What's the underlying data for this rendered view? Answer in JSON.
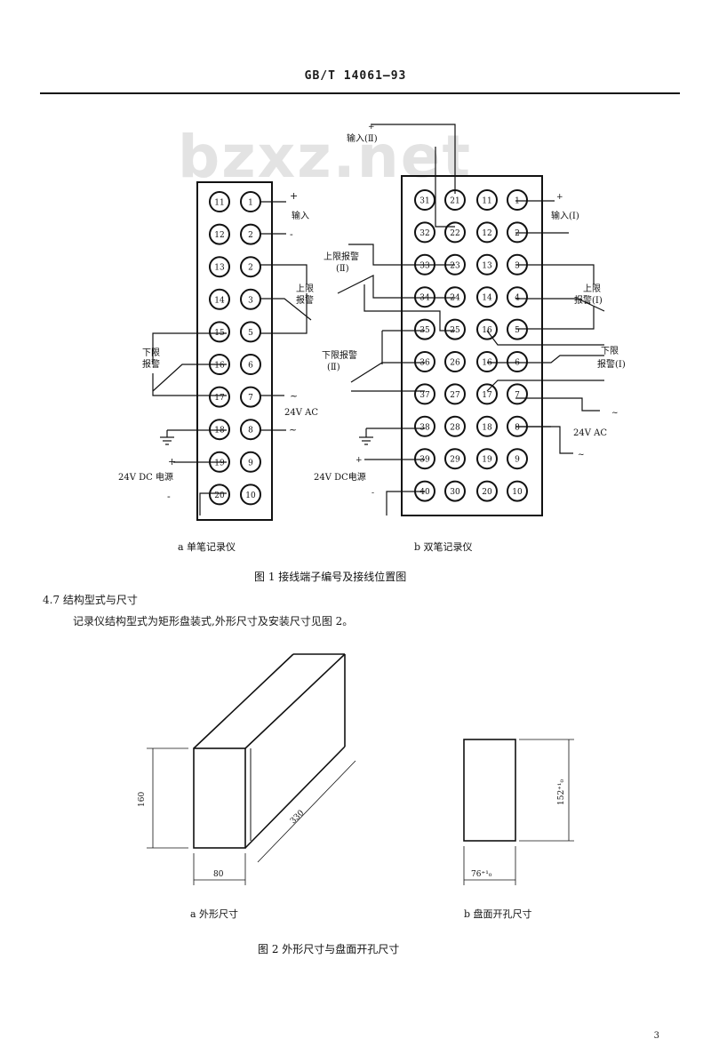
{
  "header": {
    "standard_no": "GB/T 14061—93"
  },
  "watermark": "bzxz.net",
  "figure1": {
    "left": {
      "col_a": [
        "11",
        "12",
        "13",
        "14",
        "15",
        "16",
        "17",
        "18",
        "19",
        "20"
      ],
      "col_b": [
        "1",
        "2",
        "2",
        "3",
        "5",
        "6",
        "7",
        "8",
        "9",
        "10"
      ],
      "label_input": "输入",
      "label_upper_alarm": [
        "上限",
        "报警"
      ],
      "label_lower_alarm": [
        "下限",
        "报警"
      ],
      "label_ac": "24V AC",
      "label_dc": "24V DC 电源",
      "caption": "a  单笔记录仪"
    },
    "right": {
      "col1": [
        "31",
        "32",
        "33",
        "34",
        "35",
        "36",
        "37",
        "38",
        "39",
        "40"
      ],
      "col2": [
        "21",
        "22",
        "23",
        "24",
        "25",
        "26",
        "27",
        "28",
        "29",
        "30"
      ],
      "col3": [
        "11",
        "12",
        "13",
        "14",
        "16",
        "16",
        "17",
        "18",
        "19",
        "20"
      ],
      "col4": [
        "1",
        "2",
        "3",
        "4",
        "5",
        "6",
        "7",
        "8",
        "9",
        "10"
      ],
      "label_input_top": "输入(Ⅱ)",
      "label_input_right": "输入(Ⅰ)",
      "label_upper_alarm_2": [
        "上限报警",
        "(Ⅱ)"
      ],
      "label_lower_alarm_2": [
        "下限报警",
        "(Ⅱ)"
      ],
      "label_upper_alarm_1": [
        "上限",
        "报警(Ⅰ)"
      ],
      "label_lower_alarm_1": [
        "下限",
        "报警(Ⅰ)"
      ],
      "label_ac": "24V AC",
      "label_dc": "24V DC电源",
      "caption": "b  双笔记录仪"
    },
    "caption": "图 1   接线端子编号及接线位置图"
  },
  "section": {
    "heading": "4.7  结构型式与尺寸",
    "text": "记录仪结构型式为矩形盘装式,外形尺寸及安装尺寸见图 2。"
  },
  "figure2": {
    "dim_height": "160",
    "dim_depth": "330",
    "dim_width": "80",
    "cutout_height": "152⁺¹₀",
    "cutout_width": "76⁺¹₀",
    "caption_a": "a  外形尺寸",
    "caption_b": "b  盘面开孔尺寸",
    "caption": "图 2   外形尺寸与盘面开孔尺寸"
  },
  "page_number": "3"
}
